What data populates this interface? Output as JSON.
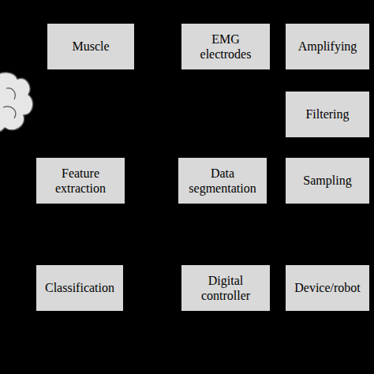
{
  "diagram": {
    "nodes": [
      {
        "text": [
          "Muscle"
        ]
      },
      {
        "text": [
          "EMG electrodes"
        ]
      },
      {
        "text": [
          "Amplifying"
        ]
      },
      {
        "text": [
          "Filtering"
        ]
      },
      {
        "text": [
          "Feature extraction"
        ]
      },
      {
        "text": [
          "Data segmentation"
        ]
      },
      {
        "text": [
          "Sampling"
        ]
      },
      {
        "text": [
          "Classification"
        ]
      },
      {
        "text": [
          "Digital controller"
        ]
      },
      {
        "text": [
          "Device/robot"
        ]
      }
    ]
  }
}
